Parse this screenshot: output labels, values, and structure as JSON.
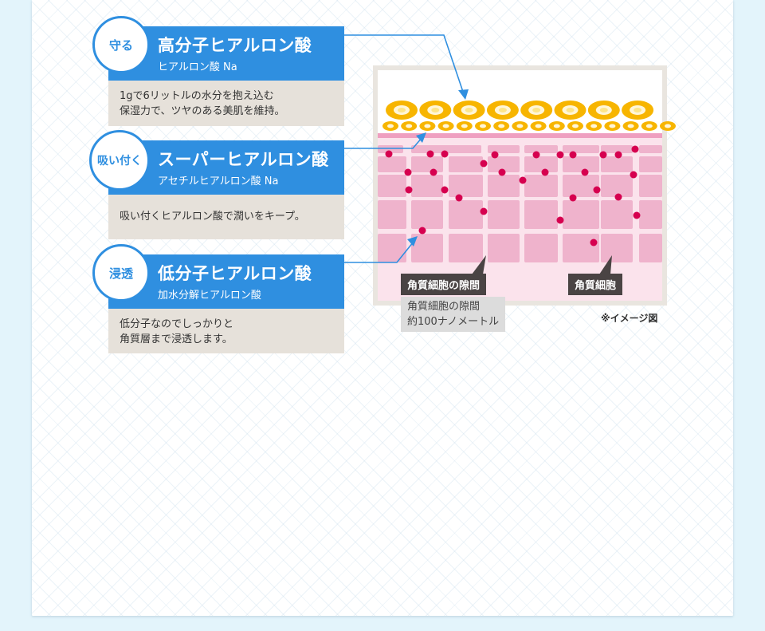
{
  "cards": [
    {
      "badge": "守る",
      "title": "高分子ヒアルロン酸",
      "subtitle": "ヒアルロン酸 Na",
      "desc_lines": [
        "1gで6リットルの水分を抱え込む",
        "保湿力で、ツヤのある美肌を維持。"
      ]
    },
    {
      "badge": "吸い付く",
      "title": "スーパーヒアルロン酸",
      "subtitle": "アセチルヒアルロン酸 Na",
      "desc_lines": [
        "吸い付くヒアルロン酸で潤いをキープ。"
      ]
    },
    {
      "badge": "浸透",
      "title": "低分子ヒアルロン酸",
      "subtitle": "加水分解ヒアルロン酸",
      "desc_lines": [
        "低分子なのでしっかりと",
        "角質層まで浸透します。"
      ]
    }
  ],
  "diagram": {
    "gap_label": "角質細胞の隙間",
    "gap_detail": [
      "角質細胞の隙間",
      "約100ナノメートル"
    ],
    "cell_label": "角質細胞",
    "note": "※イメージ図"
  },
  "colors": {
    "accent": "#2f8fe0",
    "desc_bg": "#e6e1da",
    "cell_pink": "#efb3cc",
    "dot": "#d6004f",
    "molecule": "#f7b500"
  }
}
